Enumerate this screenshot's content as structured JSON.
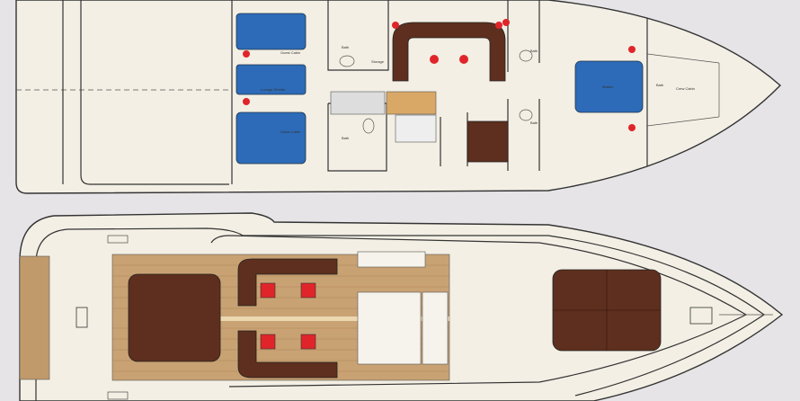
{
  "colors": {
    "background": "#e6e4e7",
    "hull": "#f3efe4",
    "bed_blue": "#2d6bb8",
    "upholstery_brown": "#5e2f1e",
    "teak": "#c19a6b",
    "accent_red": "#e0252a"
  },
  "lower_deck": {
    "labels": {
      "guest_cabin_1": "Guest Cabin",
      "lounge": "Lounge Dinette",
      "guest_cabin_2": "Guest Cabin",
      "bath_1": "Bath",
      "storage": "Storage",
      "bath_2": "Bath",
      "bath_3": "Bath",
      "bath_4": "Bath",
      "master": "Master",
      "crew_cabin": "Crew Cabin",
      "crew_bath": "Bath"
    }
  },
  "main_deck": {}
}
